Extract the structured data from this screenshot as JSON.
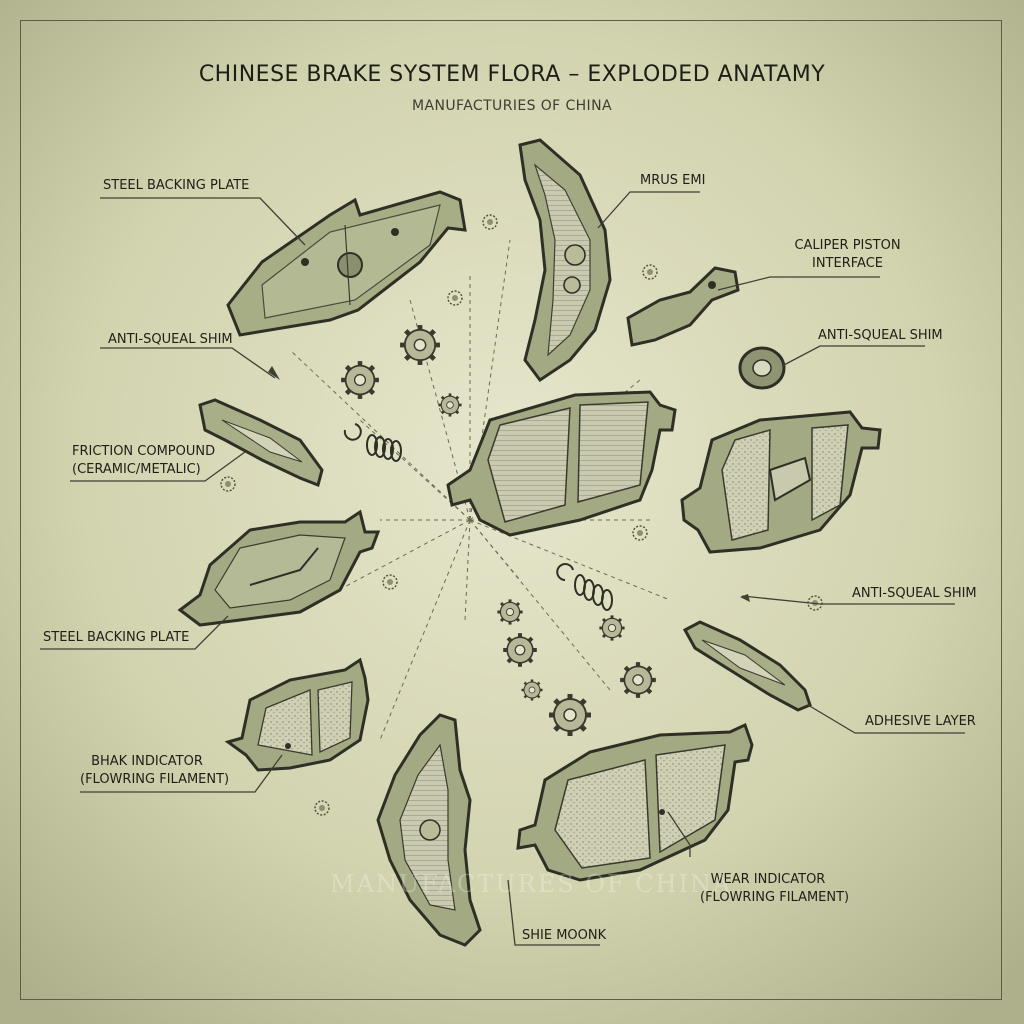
{
  "header": {
    "title": "CHINESE BRAKE SYSTEM FLORA – EXPLODED ANATAMY",
    "subtitle": "MANUFACTURIES OF CHINA"
  },
  "labels": {
    "steel_backing_plate_top": "STEEL BACKING PLATE",
    "mrus_emi": "MRUS EMI",
    "caliper_piston_line1": "CALIPER PISTON",
    "caliper_piston_line2": "INTERFACE",
    "anti_squeal_left": "ANTI-SQUEAL SHIM",
    "anti_squeal_right_top": "ANTI-SQUEAL SHIM",
    "friction_line1": "FRICTION COMPOUND",
    "friction_line2": "(CERAMIC/METALIC)",
    "anti_squeal_right_bottom": "ANTI-SQUEAL SHIM",
    "steel_backing_plate_bottom": "STEEL BACKING PLATE",
    "adhesive_layer": "ADHESIVE LAYER",
    "bhak_line1": "BHAK INDICATOR",
    "bhak_line2": "(FLOWRING FILAMENT)",
    "wear_line1": "WEAR INDICATOR",
    "wear_line2": "(FLOWRING FILAMENT)",
    "shie_moonk": "SHIE MOONK"
  },
  "watermark": "MANUFACTURES OF CHINA",
  "colors": {
    "background": "#d3d3b0",
    "ink": "#2a2b21",
    "plate": "#a9b08a",
    "friction": "#c8c8ae",
    "leader": "#4a4b3c"
  }
}
